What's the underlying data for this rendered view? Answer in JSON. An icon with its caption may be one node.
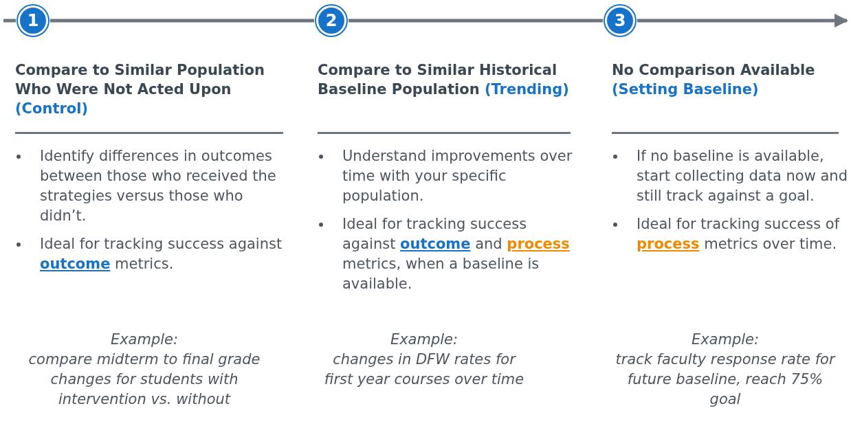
{
  "diagram": {
    "nodes": [
      {
        "text": [
          "1"
        ]
      },
      {
        "text": [
          "2"
        ]
      },
      {
        "text": [
          "3"
        ]
      }
    ],
    "edges": [
      {
        "from": null,
        "to": 0,
        "arrow": "none"
      },
      {
        "from": 0,
        "to": 1,
        "arrow": "none"
      },
      {
        "from": 1,
        "to": 2,
        "arrow": "none"
      },
      {
        "from": 2,
        "to": null,
        "arrow": "to"
      }
    ],
    "labels": [
      "Compare to Similar Population Who Were Not Acted Upon",
      "(Control)",
      "Identify differences in outcomes between those who received the strategies versus those who didn’t.",
      "Ideal for tracking success against **outcome** metrics.",
      "*Example:*",
      "*compare midterm to final grade changes for students with intervention vs. without*",
      "Compare to Similar Historical Baseline Population",
      "(Trending)",
      "Understand improvements over time with your specific population.",
      "Ideal for tracking success against **outcome** and **process** metrics, when a baseline is available.",
      "*Example:*",
      "*changes in DFW rates for first year courses over time*",
      "No Comparison Available",
      "(Setting Baseline)",
      "If no baseline is available, start collecting data now and still track against a goal.",
      "Ideal for tracking success of **process** metrics over time.",
      "*Example:*",
      "*track faculty response rate for future baseline, reach 75% goal*"
    ]
  }
}
